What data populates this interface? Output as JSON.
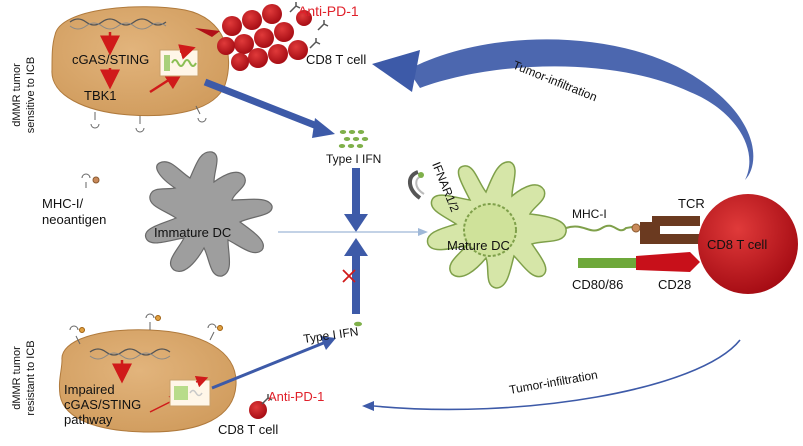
{
  "side_labels": {
    "top_line1": "dMMR tumor",
    "top_line2": "sensitive to ICB",
    "bottom_line1": "dMMR tumor",
    "bottom_line2": "resistant to ICB"
  },
  "top_cell": {
    "cgas_sting": "cGAS/STING",
    "tbk1": "TBK1",
    "anti_pd1": "Anti-PD-1",
    "cd8": "CD8 T cell"
  },
  "middle": {
    "mhc_neoantigen_line1": "MHC-I/",
    "mhc_neoantigen_line2": "neoantigen",
    "immature_dc": "Immature DC",
    "mature_dc": "Mature DC",
    "ifnar": "IFNAR1/2",
    "type1_ifn_top": "Type I IFN",
    "type1_ifn_bottom": "Type I IFN",
    "mhc1": "MHC-I",
    "tcr": "TCR",
    "cd8_tcell": "CD8 T cell",
    "cd80_86": "CD80/86",
    "cd28": "CD28"
  },
  "bottom_cell": {
    "impaired_line1": "Impaired",
    "impaired_line2": "cGAS/STING",
    "impaired_line3": "pathway",
    "anti_pd1": "Anti-PD-1",
    "cd8": "CD8 T cell"
  },
  "arrows": {
    "tumor_infiltration_top": "Tumor-infiltration",
    "tumor_infiltration_bottom": "Tumor-infiltration"
  },
  "colors": {
    "tumor_fill": "#d9a76a",
    "red_cell": "#c8101a",
    "dc_gray": "#9a9a9a",
    "dc_green": "#d6e6a8",
    "arrow_blue": "#3d5aa8",
    "label_red": "#e0202a"
  }
}
